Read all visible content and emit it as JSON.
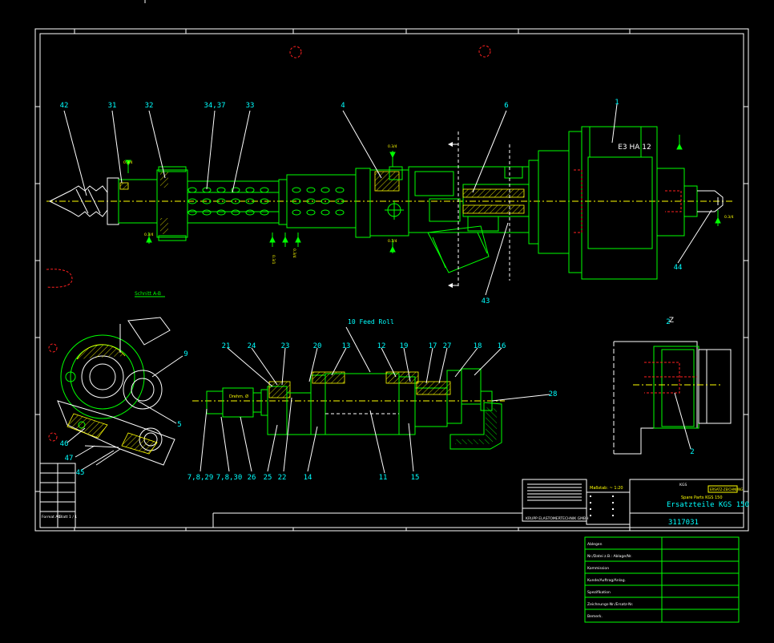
{
  "drawing": {
    "part_labels_top": [
      "42",
      "31",
      "32",
      "34,37",
      "33",
      "4",
      "6",
      "1",
      "2",
      "44",
      "43"
    ],
    "part_labels_bottom": [
      "21",
      "24",
      "23",
      "20",
      "13",
      "12",
      "19",
      "17",
      "27",
      "18",
      "16",
      "28",
      "15",
      "11",
      "14",
      "22",
      "25",
      "26",
      "7,8,30",
      "7,8,29"
    ],
    "part_labels_left": [
      "9",
      "5",
      "46",
      "47",
      "45"
    ],
    "detail_z_labels": [
      "Z",
      "2"
    ],
    "motor_label": "E3 HA 12",
    "section_label": "Schnitt A-B",
    "feed_roll_label": "10 Feed Roll",
    "torque_label": "Drehm. Ø",
    "dim_labels": [
      "0.3/4",
      "0.3/4",
      "0.3/1",
      "0.3/4",
      "0.3/4",
      "0.3/4",
      "0.3/4"
    ]
  },
  "title_block": {
    "title": "Ersatzteile KGS 150",
    "subtitle": "Spare Parts KGS 150",
    "drawing_number": "3117031",
    "company": "KRUPP ELASTOMERTECHNIK GMBH",
    "scale_note": "Maßstab: ~ 1:20",
    "tag_left": "KGS",
    "tag_right": "ERSATZ-ZEICHNUNG"
  },
  "side_table_rows": [
    "Ablegen",
    "Nr./Datei z.B.: Ablage/Nr.",
    "Kommission",
    "Kunde/Auftrag/Anlag.",
    "Spezifikation",
    "Zeichnungs-Nr./Ersatz-Nr.",
    "Bemerk."
  ],
  "corner_box": {
    "left_label": "Format A0",
    "right_label": "Blatt 1 / 1"
  },
  "colors": {
    "background": "#000000",
    "frame": "#ffffff",
    "geometry": "#00ff00",
    "labels": "#00ffff",
    "centerline": "#ffff00",
    "hidden": "#ff2020"
  }
}
